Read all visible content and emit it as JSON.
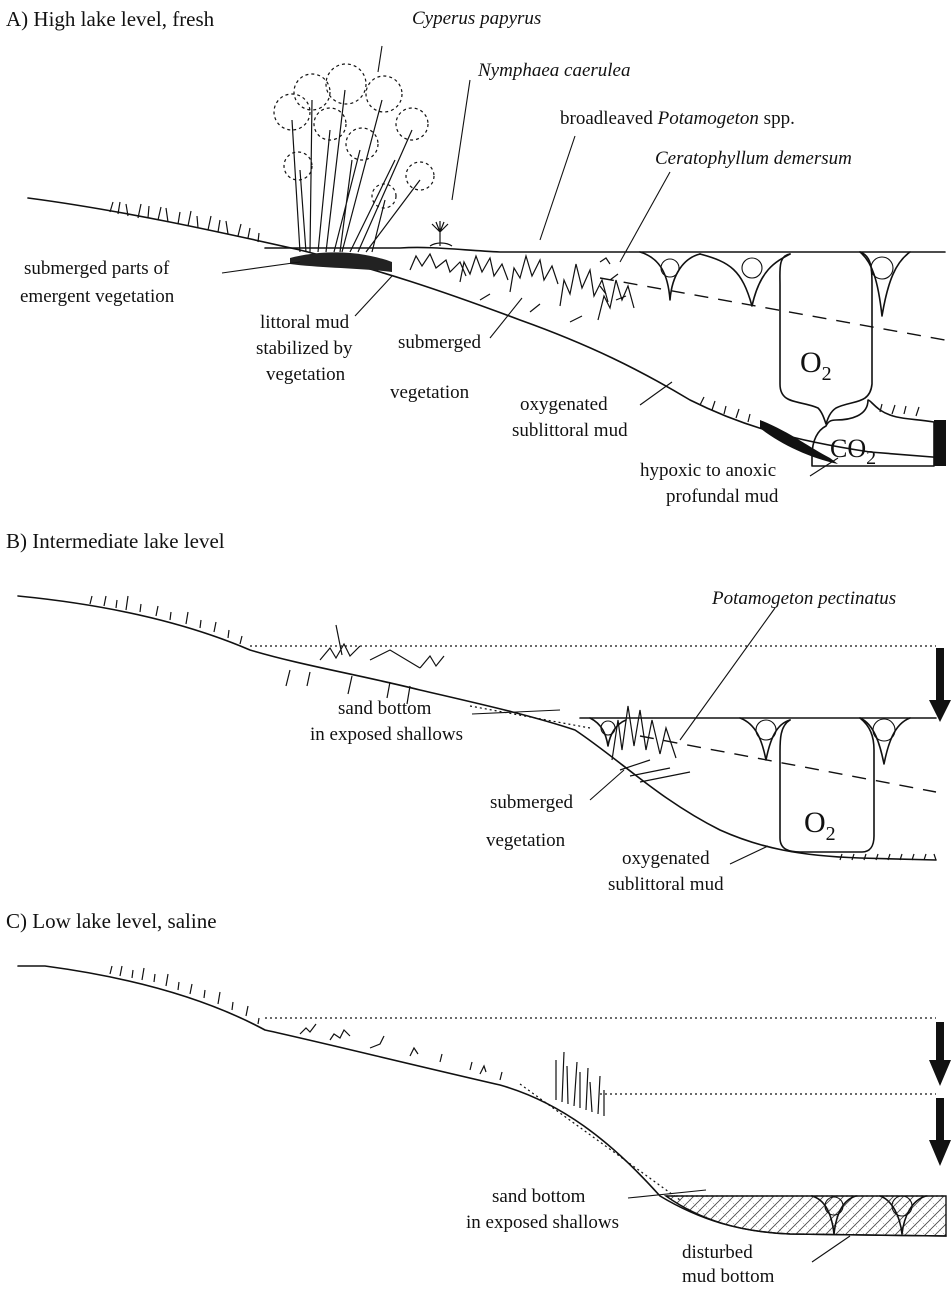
{
  "panels": [
    {
      "title": "A) High lake level, fresh",
      "labels": {
        "cyperus": "Cyperus papyrus",
        "nymphaea": "Nymphaea caerulea",
        "potamogeton_pre": "broadleaved ",
        "potamogeton_it": "Potamogeton",
        "potamogeton_post": " spp.",
        "ceratophyllum": "Ceratophyllum demersum",
        "submerged_parts_1": "submerged parts of",
        "submerged_parts_2": "emergent vegetation",
        "littoral_1": "littoral mud",
        "littoral_2": "stabilized by",
        "littoral_3": "vegetation",
        "subveg_1": "submerged",
        "subveg_2": "vegetation",
        "oxy_1": "oxygenated",
        "oxy_2": "sublittoral mud",
        "hypoxic_1": "hypoxic to anoxic",
        "hypoxic_2": "profundal mud"
      },
      "o2_main": "O",
      "o2_sub": "2",
      "co2_main": "CO",
      "co2_sub": "2"
    },
    {
      "title": "B) Intermediate lake level",
      "labels": {
        "potamogeton_pectinatus": "Potamogeton pectinatus",
        "sand_1": "sand bottom",
        "sand_2": "in exposed shallows",
        "subveg_1": "submerged",
        "subveg_2": "vegetation",
        "oxy_1": "oxygenated",
        "oxy_2": "sublittoral mud"
      },
      "o2_main": "O",
      "o2_sub": "2"
    },
    {
      "title": "C) Low lake level, saline",
      "labels": {
        "sand_1": "sand bottom",
        "sand_2": "in exposed shallows",
        "disturbed_1": "disturbed",
        "disturbed_2": "mud bottom"
      }
    }
  ]
}
